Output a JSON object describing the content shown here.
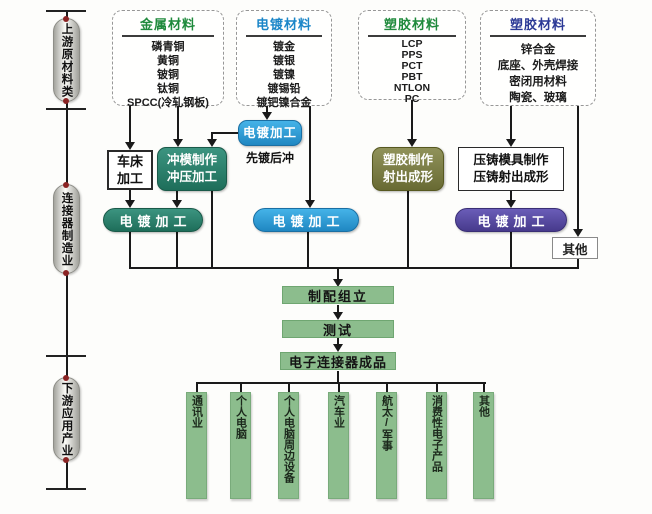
{
  "stages": [
    "上游原材料类",
    "连接器制造业",
    "下游应用产业"
  ],
  "material_groups": [
    {
      "title": "金属材料",
      "title_color": "#1f8a3c",
      "items": [
        "磷青铜",
        "黄铜",
        "铍铜",
        "钛铜",
        "SPCC(冷轧钢板)"
      ]
    },
    {
      "title": "电镀材料",
      "title_color": "#1b86c8",
      "items": [
        "镀金",
        "镀银",
        "镀镍",
        "镀锡铅",
        "镀钯镍合金"
      ]
    },
    {
      "title": "塑胶材料",
      "title_color": "#1f8a3c",
      "items": [
        "LCP",
        "PPS",
        "PCT",
        "PBT",
        "NTLON",
        "PC"
      ]
    },
    {
      "title": "塑胶材料",
      "title_color": "#2c3a96",
      "items": [
        "锌合金",
        "底座、外壳焊接",
        "密闭用材料",
        "陶瓷、玻璃"
      ]
    }
  ],
  "process": {
    "lathe": [
      "车床",
      "加工"
    ],
    "stamping": [
      "冲模制作",
      "冲压加工"
    ],
    "pre_plating": {
      "label": "电镀加工",
      "note": "先镀后冲"
    },
    "molding": [
      "塑胶制作",
      "射出成形"
    ],
    "die_casting": [
      "压铸模具制作",
      "压铸射出成形"
    ],
    "plating_bars": [
      "电镀加工",
      "电镀加工",
      "电镀加工"
    ],
    "other": "其他"
  },
  "assembly": {
    "assemble": "制配组立",
    "test": "测试",
    "product": "电子连接器成品"
  },
  "applications": [
    "通讯业",
    "个人电脑",
    "个人电脑周边设备",
    "汽车业",
    "航太/军事",
    "消费性电子产品",
    "其他"
  ],
  "colors": {
    "metal_header": "#1f8a3c",
    "plating_header": "#1b86c8",
    "plastic_header": "#1f8a3c",
    "plastic2_header": "#2c3a96",
    "teal_node": "#2a7a68",
    "blue_node": "#2a9ad6",
    "purple_node": "#584a9e",
    "olive_node": "#7b7d44",
    "green_bar": "#8cbd8d",
    "line": "#1a1a1a",
    "capsule_dot": "#8b2424"
  }
}
